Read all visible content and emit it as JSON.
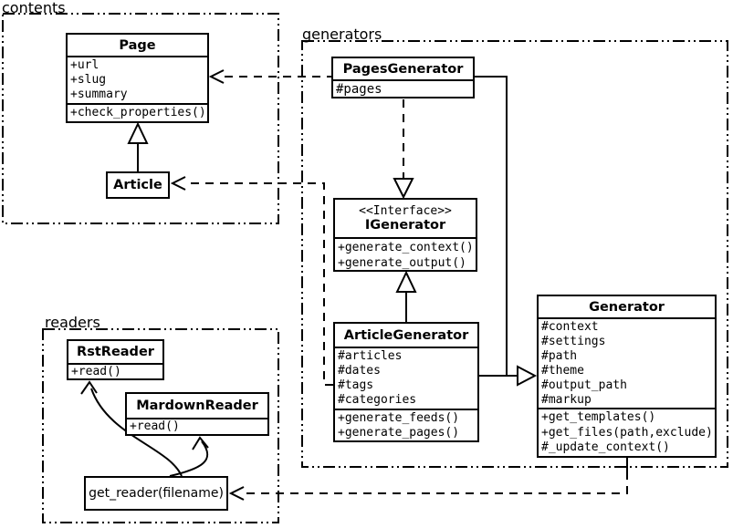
{
  "diagram": {
    "packages": {
      "contents": {
        "label": "contents"
      },
      "generators": {
        "label": "generators"
      },
      "readers": {
        "label": "readers"
      }
    },
    "classes": {
      "page": {
        "title": "Page",
        "attributes": [
          "+url",
          "+slug",
          "+summary"
        ],
        "methods": [
          "+check_properties()"
        ]
      },
      "article": {
        "title": "Article"
      },
      "pages_generator": {
        "title": "PagesGenerator",
        "attributes": [
          "#pages"
        ]
      },
      "igenerator": {
        "stereotype": "<<Interface>>",
        "title": "IGenerator",
        "methods": [
          "+generate_context()",
          "+generate_output()"
        ]
      },
      "article_generator": {
        "title": "ArticleGenerator",
        "attributes": [
          "#articles",
          "#dates",
          "#tags",
          "#categories"
        ],
        "methods": [
          "+generate_feeds()",
          "+generate_pages()"
        ]
      },
      "generator": {
        "title": "Generator",
        "attributes": [
          "#context",
          "#settings",
          "#path",
          "#theme",
          "#output_path",
          "#markup"
        ],
        "methods": [
          "+get_templates()",
          "+get_files(path,exclude)",
          "#_update_context()"
        ]
      },
      "rst_reader": {
        "title": "RstReader",
        "methods": [
          "+read()"
        ]
      },
      "markdown_reader": {
        "title": "MardownReader",
        "methods": [
          "+read()"
        ]
      },
      "get_reader": {
        "title": "get_reader(filename)"
      }
    },
    "colors": {
      "line": "#000000",
      "background": "#ffffff",
      "box_fill": "#ffffff"
    }
  }
}
